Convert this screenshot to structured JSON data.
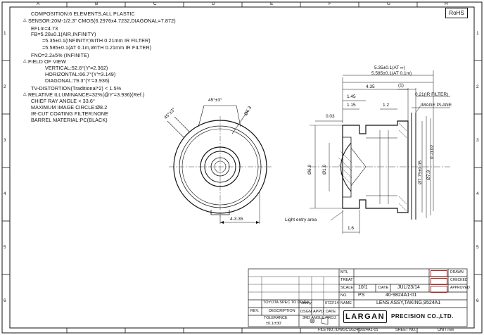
{
  "border_letters": {
    "top": [
      "A",
      "B",
      "C",
      "D",
      "E",
      "F",
      "G",
      "H"
    ],
    "side": [
      "1",
      "2",
      "3",
      "4",
      "5",
      "6"
    ]
  },
  "rohs": "RoHS",
  "specs": [
    {
      "text": "COMPOSITION:6 ELEMENTS,ALL PLASTIC",
      "warn": false
    },
    {
      "text": "SENSOR:20M-1/2.3\"  CMOS(6.2976x4.7232,DIAGONAL=7.872)",
      "warn": true
    },
    {
      "text": "EFLm=4.73",
      "warn": false
    },
    {
      "text": "FB=5.28±0.1(AIR,INFINITY)",
      "warn": false
    },
    {
      "text": "=5.35±0.1(INFINITY,WITH 0.21mm IR FILTER)",
      "warn": false
    },
    {
      "text": "=5.585±0.1(AT 0.1m,WITH 0.21mm IR FILTER)",
      "warn": false
    },
    {
      "text": "FNO=2.2±5% (INFINITE)",
      "warn": false
    },
    {
      "text": "FIELD OF VIEW",
      "warn": true
    },
    {
      "text": "VERTICAL:52.6°(Y'=2.362)",
      "warn": false
    },
    {
      "text": "HORIZONTAL:66.7°(Y'=3.149)",
      "warn": false
    },
    {
      "text": "DIAGONAL:79.3°(Y'=3.936)",
      "warn": false
    },
    {
      "text": "TV-DISTORTION(Traditional*2) < 1.5%",
      "warn": false
    },
    {
      "text": "RELATIVE ILLUMINANCE=32%(@Y'=3.936)(Ref.)",
      "warn": true
    },
    {
      "text": "CHIEF RAY ANGLE < 33.6°",
      "warn": false
    },
    {
      "text": "MAXIMUM IMAGE CIRCLE:Ø8.2",
      "warn": false
    },
    {
      "text": "IR-CUT COATING FILTER:NONE",
      "warn": false
    },
    {
      "text": "BARREL MATERIAL:PC(BLACK)",
      "warn": false
    }
  ],
  "front_view": {
    "chamfer_top": "45°±3°",
    "chamfer_left": "45°±3°",
    "dia_small": "Ø6.3",
    "thread": "4-3.35"
  },
  "side_view": {
    "dim_fb_inf": "5.35±0.1(AT ∞)",
    "dim_fb_near": "5.585±0.1(AT 0.1m)",
    "dim_len": "4.35",
    "dim_one": "(1)",
    "dim_ir": "0.21(IR FILTER)",
    "dim_145": "1.45",
    "dim_115": "1.15",
    "dim_12": "1.2",
    "image_plane": "IMAGE PLANE",
    "dim_003": "0.03",
    "dia_69": "Ø6.9",
    "dia_816": "Ø1.6",
    "dia_775": "Ø7.75±0.05",
    "dia_79": "Ø7.9",
    "dia_79_tol": "0\n-0.02",
    "light_entry": "Light entry area",
    "dim_16": "1.6"
  },
  "title_block": {
    "mtl": "MTL",
    "treat": "TREAT",
    "scale_lbl": "SCALE",
    "scale_val": "10/1",
    "date_lbl": "DATE",
    "date_val": "JUL/23/14",
    "no_lbl": "NO.",
    "no_ps": "PS",
    "part_no": "40-9824A1-01",
    "name_lbl": "NAME",
    "name_val": "LENS ASSY,TAKING,9524A1",
    "drawn": "DRAWN",
    "checked": "CHECKED",
    "approved": "APPROVED",
    "rev": "REV.",
    "desc": "DESCRIPTION",
    "dsgn": "DSGN",
    "appd": "APPD",
    "date2": "DATE",
    "rev_row": "TOYOTA SPEC TO DRAW",
    "rev_name": "Jenny",
    "rev_date": "0723'14",
    "tolerance": "TOLERANCE",
    "tol_val": "±0.1/±30'",
    "angle": "3RD ANGLE PROJ.",
    "brand": "LARGAN",
    "company": "PRECISION CO.,LTD.",
    "file_no": "FILE NO.:\\DWGC\\9524\\9824A1-01",
    "sheet_no": "SHEET NO.",
    "unit": "UNIT mm"
  }
}
